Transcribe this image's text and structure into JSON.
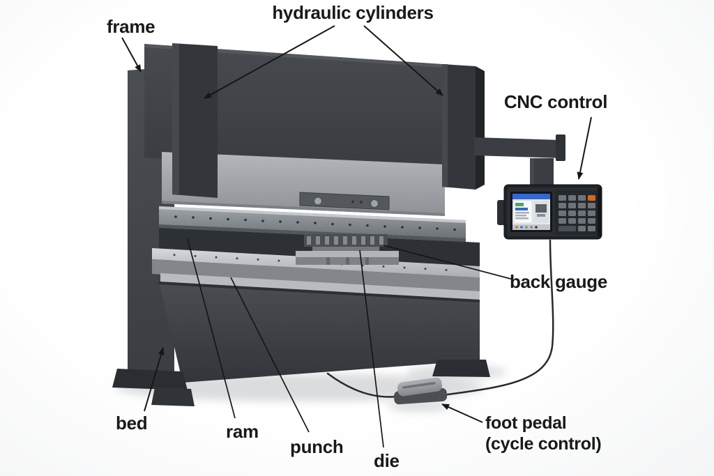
{
  "diagram": {
    "labels": {
      "frame": "frame",
      "hydraulic_cylinders": "hydraulic cylinders",
      "cnc_control": "CNC control",
      "back_gauge": "back gauge",
      "bed": "bed",
      "ram": "ram",
      "punch": "punch",
      "die": "die",
      "foot_pedal_line1": "foot pedal",
      "foot_pedal_line2": "(cycle control)"
    },
    "colors": {
      "background": "#ffffff",
      "machine_dark": "#3b3f44",
      "machine_panel": "#a4a9ae",
      "label_text": "#191919",
      "screen_accent": "#3468d0"
    }
  }
}
